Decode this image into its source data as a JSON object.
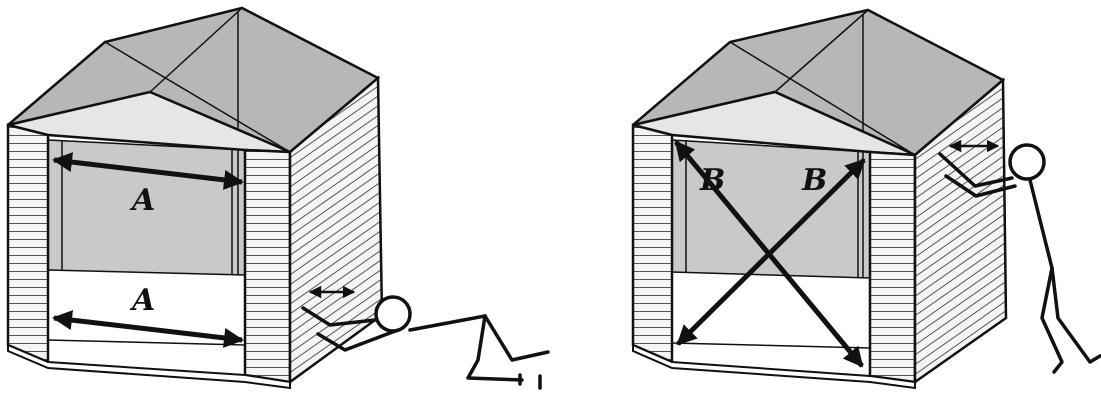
{
  "diagram": {
    "left_panel": {
      "label_top": "A",
      "label_bottom": "A"
    },
    "right_panel": {
      "label_diag_1": "B",
      "label_diag_2": "B"
    }
  },
  "colors": {
    "ink": "#111111",
    "roof": "#b7b7b7",
    "interior": "#c9c9c9",
    "siding": "#f4f4f4",
    "background": "#ffffff"
  }
}
